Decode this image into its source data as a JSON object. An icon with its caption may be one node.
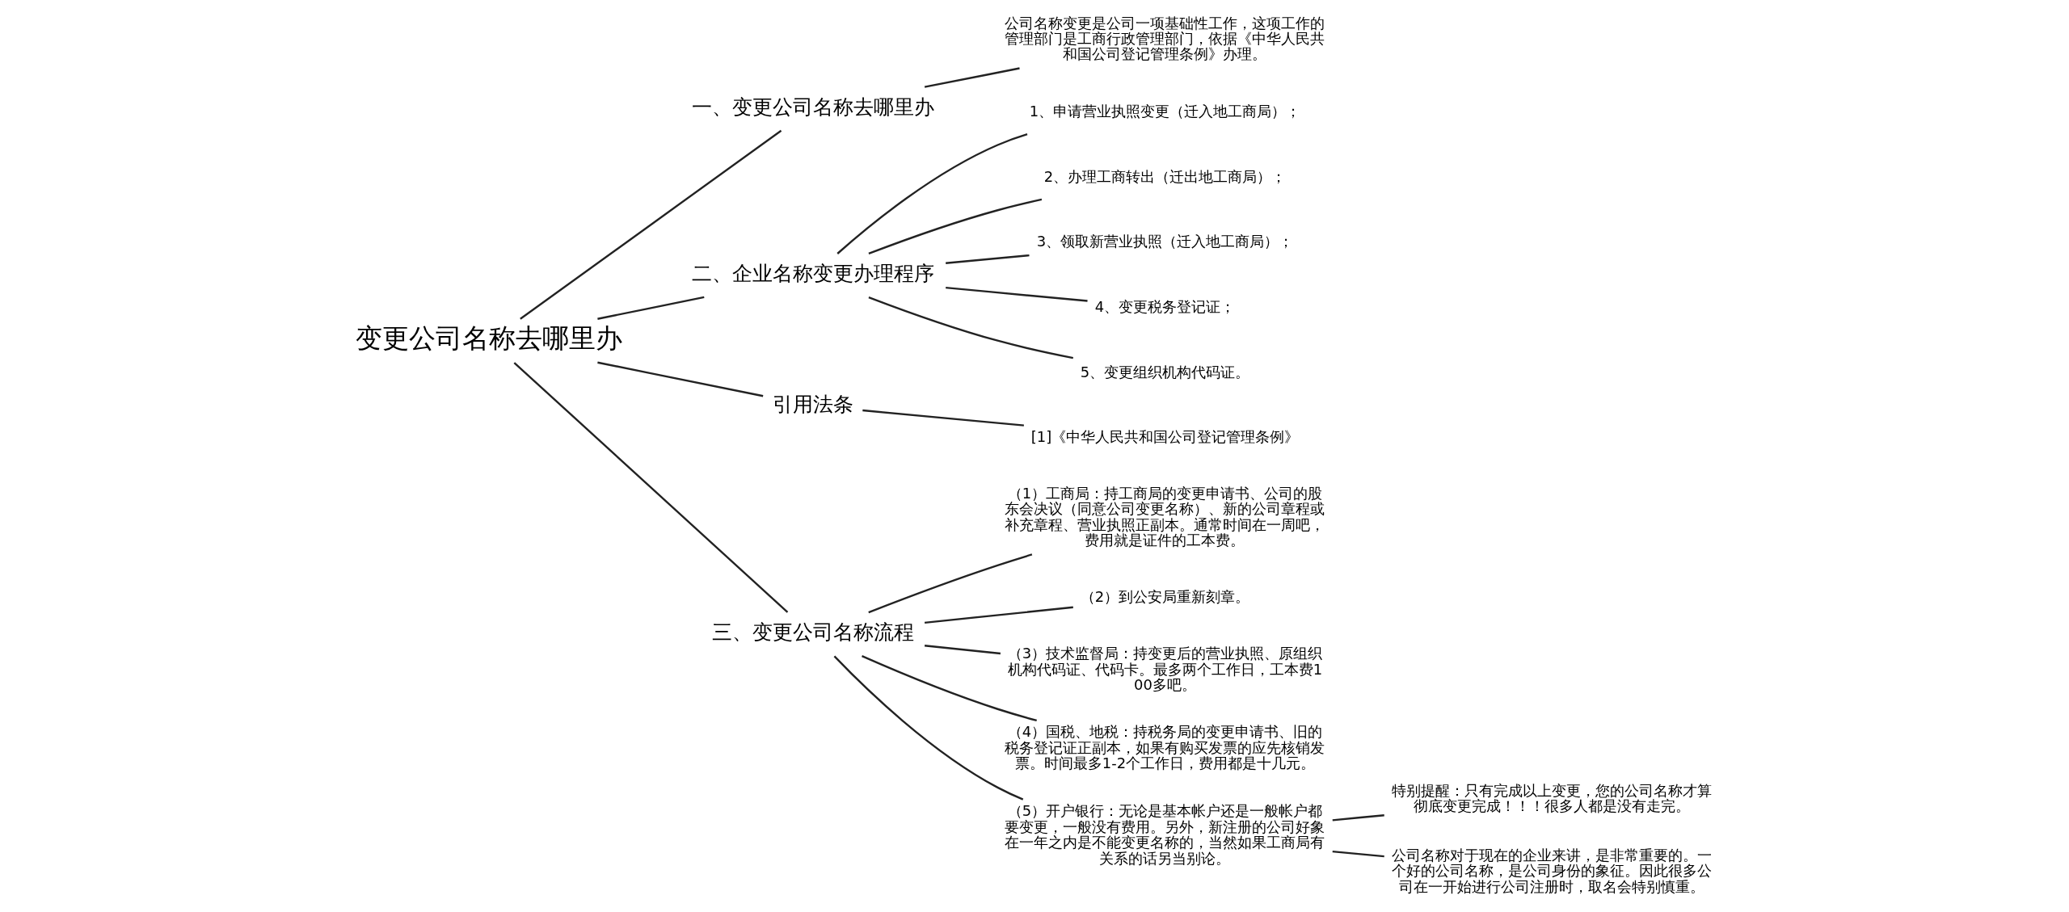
{
  "diagram": {
    "nodes": [
      {
        "text": [
          "变更公司名称去哪里办"
        ]
      },
      {
        "text": [
          "一、变更公司名称去哪里办"
        ]
      },
      {
        "text": [
          "公司名称变更是公司一项基础性工作，这项工作的管理部门是工商行政管理部门，依据《中华人民共和国公司登记管理条例》办理。"
        ]
      },
      {
        "text": [
          "二、企业名称变更办理程序"
        ]
      },
      {
        "text": [
          "1、申请营业执照变更（迁入地工商局）；"
        ]
      },
      {
        "text": [
          "2、办理工商转出（迁出地工商局）；"
        ]
      },
      {
        "text": [
          "3、领取新营业执照（迁入地工商局）；"
        ]
      },
      {
        "text": [
          "4、变更税务登记证；"
        ]
      },
      {
        "text": [
          "5、变更组织机构代码证。"
        ]
      },
      {
        "text": [
          "引用法条"
        ]
      },
      {
        "text": [
          "[1]《中华人民共和国公司登记管理条例》"
        ]
      },
      {
        "text": [
          "三、变更公司名称流程"
        ]
      },
      {
        "text": [
          "（1）工商局：持工商局的变更申请书、公司的股东会决议（同意公司变更名称）、新的公司章程或补充章程、营业执照正副本。通常时间在一周吧，费用就是证件的工本费。"
        ]
      },
      {
        "text": [
          "（2）到公安局重新刻章。"
        ]
      },
      {
        "text": [
          "（3）技术监督局：持变更后的营业执照、原组织机构代码证、代码卡。最多两个工作日，工本费100多吧。"
        ]
      },
      {
        "text": [
          "（4）国税、地税：持税务局的变更申请书、旧的税务登记证正副本，如果有购买发票的应先核销发票。时间最多1-2个工作日，费用都是十几元。"
        ]
      },
      {
        "text": [
          "（5）开户银行：无论是基本帐户还是一般帐户都要变更，一般没有费用。另外，新注册的公司好象在一年之内是不能变更名称的，当然如果工商局有关系的话另当别论。"
        ]
      },
      {
        "text": [
          "特别提醒：只有完成以上变更，您的公司名称才算彻底变更完成！！！很多人都是没有走完。"
        ]
      },
      {
        "text": [
          "公司名称对于现在的企业来讲，是非常重要的。一个好的公司名称，是公司身份的象征。因此很多公司在一开始进行公司注册时，取名会特别慎重。"
        ]
      }
    ],
    "edges": [
      {
        "from": 0,
        "to": 1,
        "arrow": "none"
      },
      {
        "from": 1,
        "to": 2,
        "arrow": "none"
      },
      {
        "from": 0,
        "to": 3,
        "arrow": "none"
      },
      {
        "from": 3,
        "to": 4,
        "arrow": "none"
      },
      {
        "from": 3,
        "to": 5,
        "arrow": "none"
      },
      {
        "from": 3,
        "to": 6,
        "arrow": "none"
      },
      {
        "from": 3,
        "to": 7,
        "arrow": "none"
      },
      {
        "from": 3,
        "to": 8,
        "arrow": "none"
      },
      {
        "from": 0,
        "to": 9,
        "arrow": "none"
      },
      {
        "from": 9,
        "to": 10,
        "arrow": "none"
      },
      {
        "from": 0,
        "to": 11,
        "arrow": "none"
      },
      {
        "from": 11,
        "to": 12,
        "arrow": "none"
      },
      {
        "from": 11,
        "to": 13,
        "arrow": "none"
      },
      {
        "from": 11,
        "to": 14,
        "arrow": "none"
      },
      {
        "from": 11,
        "to": 15,
        "arrow": "none"
      },
      {
        "from": 11,
        "to": 16,
        "arrow": "none"
      },
      {
        "from": 16,
        "to": 17,
        "arrow": "none"
      },
      {
        "from": 16,
        "to": 18,
        "arrow": "none"
      }
    ]
  }
}
